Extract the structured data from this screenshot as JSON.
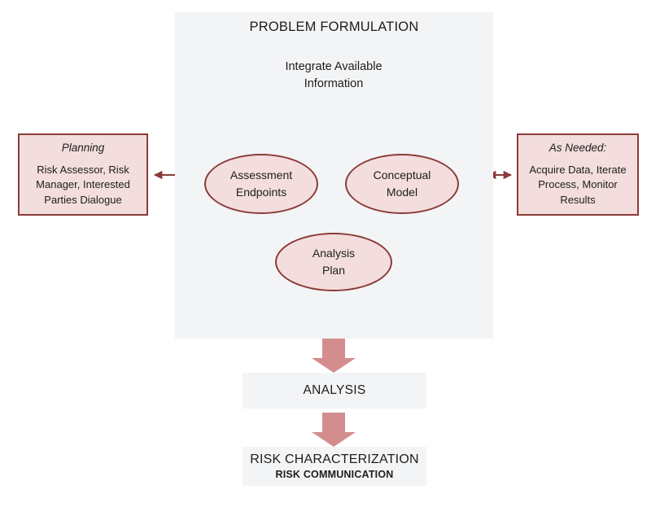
{
  "colors": {
    "panel_bg": "#f3f4f6",
    "shape_fill": "#f3dedd",
    "shape_border": "#8a3b38",
    "block_arrow": "#d38d8d",
    "text": "#1d1d1d"
  },
  "panel": {
    "title": "PROBLEM FORMULATION"
  },
  "hexagon": {
    "line1": "Integrate Available",
    "line2": "Information"
  },
  "ellipses": [
    {
      "id": "assessment",
      "line1": "Assessment",
      "line2": "Endpoints"
    },
    {
      "id": "conceptual",
      "line1": "Conceptual",
      "line2": "Model"
    },
    {
      "id": "analysis",
      "line1": "Analysis",
      "line2": "Plan"
    }
  ],
  "side_boxes": {
    "left": {
      "title": "Planning",
      "line1": "Risk Assessor, Risk",
      "line2": "Manager, Interested",
      "line3": "Parties Dialogue"
    },
    "right": {
      "title": "As Needed:",
      "line1": "Acquire Data, Iterate",
      "line2": "Process, Monitor",
      "line3": "Results"
    }
  },
  "stages": {
    "analysis": {
      "main": "ANALYSIS"
    },
    "risk": {
      "main": "RISK CHARACTERIZATION",
      "sub": "RISK COMMUNICATION"
    }
  },
  "connectors": {
    "left_double_arrow": "double-headed-arrow",
    "right_double_arrow": "double-headed-arrow",
    "between_ellipses": "double-headed-arrow",
    "hexagon_split": "split-down-arrows",
    "to_analysis_plan": "down-arrow",
    "panel_to_analysis": "block-down-arrow",
    "analysis_to_risk": "block-down-arrow"
  }
}
